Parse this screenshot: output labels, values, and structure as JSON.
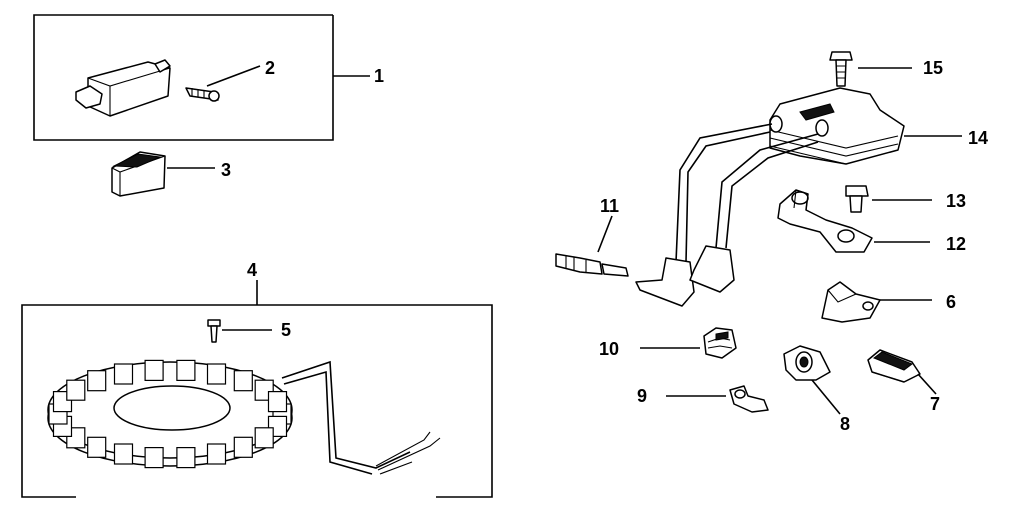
{
  "diagram": {
    "callouts": [
      {
        "id": "1",
        "label": "1"
      },
      {
        "id": "2",
        "label": "2"
      },
      {
        "id": "3",
        "label": "3"
      },
      {
        "id": "4",
        "label": "4"
      },
      {
        "id": "5",
        "label": "5"
      },
      {
        "id": "6",
        "label": "6"
      },
      {
        "id": "7",
        "label": "7"
      },
      {
        "id": "8",
        "label": "8"
      },
      {
        "id": "9",
        "label": "9"
      },
      {
        "id": "10",
        "label": "10"
      },
      {
        "id": "11",
        "label": "11"
      },
      {
        "id": "12",
        "label": "12"
      },
      {
        "id": "13",
        "label": "13"
      },
      {
        "id": "14",
        "label": "14"
      },
      {
        "id": "15",
        "label": "15"
      }
    ],
    "ink_color": "#000000",
    "background_color": "#ffffff"
  }
}
